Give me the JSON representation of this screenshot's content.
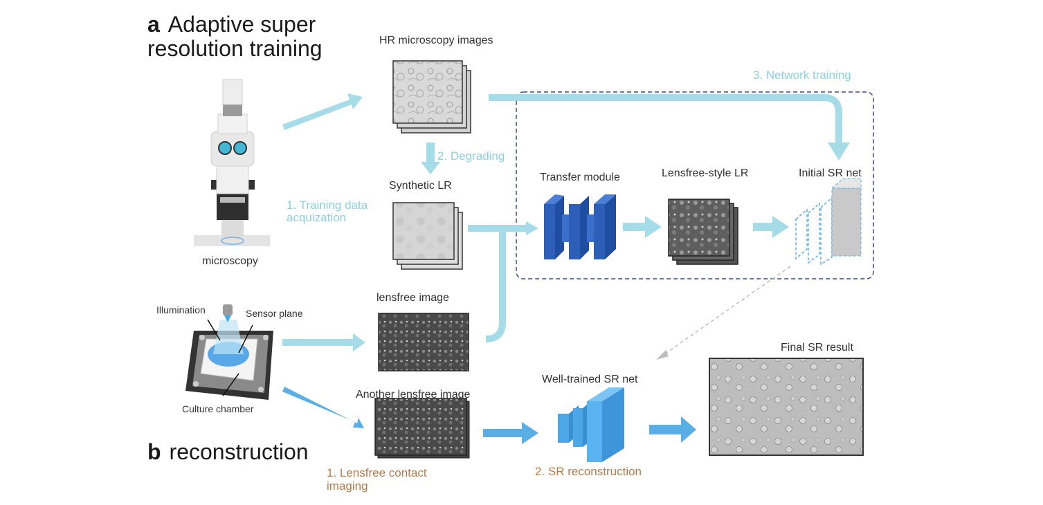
{
  "panel_a": {
    "letter": "a",
    "title_line1": "Adaptive super",
    "title_line2": "resolution  training"
  },
  "panel_b": {
    "letter": "b",
    "title": "reconstruction"
  },
  "labels": {
    "hr_images": "HR microscopy images",
    "network_training": "3. Network training",
    "degrading": "2. Degrading",
    "synthetic_lr": "Synthetic LR",
    "training_data_line1": "1. Training data",
    "training_data_line2": "acquization",
    "microscopy": "microscopy",
    "transfer_module": "Transfer module",
    "lensfree_style_lr": "Lensfree-style LR",
    "initial_sr_net": "Initial SR net",
    "illumination": "Illumination",
    "sensor_plane": "Sensor plane",
    "culture_chamber": "Culture chamber",
    "lensfree_image": "lensfree image",
    "another_lensfree": "Another lensfree image",
    "final_sr_result": "Final SR result",
    "well_trained_sr_net": "Well-trained SR net",
    "lensfree_contact_line1": "1. Lensfree contact",
    "lensfree_contact_line2": "imaging",
    "sr_reconstruction": "2. SR reconstruction"
  },
  "colors": {
    "cyan_arrow": "#a6dbe8",
    "blue_arrow": "#5aaee6",
    "cyan_text": "#8ccfe0",
    "brown_text": "#b57b4a",
    "dark_blue_net": "#2d5fb8",
    "light_blue_net": "#4da6e6",
    "dashed_box": "#3d4a80"
  }
}
